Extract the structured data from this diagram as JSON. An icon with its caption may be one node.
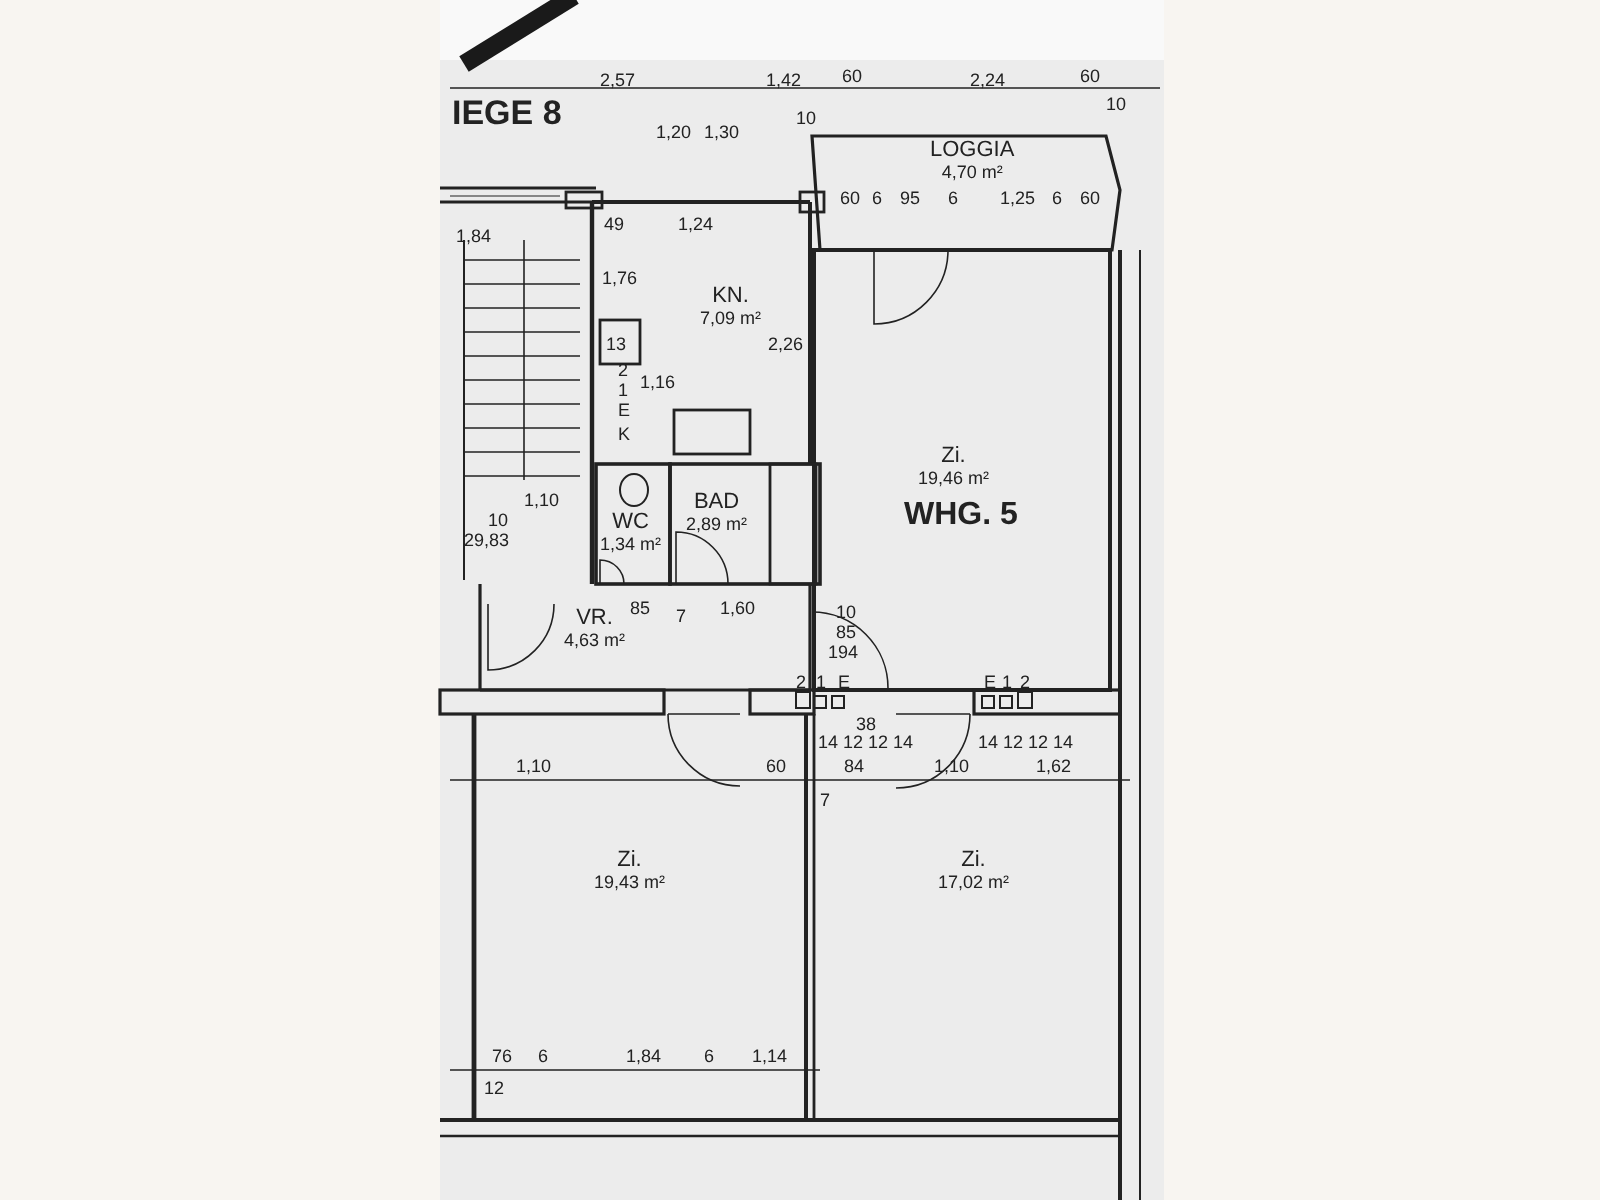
{
  "diagram": {
    "nodes": [
      {
        "text": [
          "LOGGIA",
          "4,70 m²"
        ]
      },
      {
        "text": [
          "KN.",
          "7,09 m²"
        ]
      },
      {
        "text": [
          "Zi.",
          "19,46 m²"
        ]
      },
      {
        "text": [
          "WC",
          "1,34 m²"
        ]
      },
      {
        "text": [
          "BAD",
          "2,89 m²"
        ]
      },
      {
        "text": [
          "VR.",
          "4,63 m²"
        ]
      },
      {
        "text": [
          "Zi.",
          "19,43 m²"
        ]
      },
      {
        "text": [
          "Zi.",
          "17,02 m²"
        ]
      }
    ],
    "labels": [
      "IEGE 8",
      "WHG. 5",
      "2,57",
      "1,42",
      "60",
      "2,24",
      "60",
      "10",
      "10",
      "60",
      "6",
      "95",
      "6",
      "1,25",
      "6",
      "60",
      "1,84",
      "49",
      "1,24",
      "1,20",
      "1,30",
      "2,26",
      "1,76",
      "13",
      "2",
      "1",
      "E",
      "K",
      "1,16",
      "1,10",
      "10",
      "29,83",
      "85",
      "7",
      "1,60",
      "10",
      "85",
      "194",
      "2",
      "1",
      "E",
      "E",
      "1",
      "2",
      "14 12 12 14",
      "38",
      "14 12 12 14",
      "1,10",
      "60",
      "84",
      "1,10",
      "1,62",
      "7",
      "76",
      "6",
      "1,84",
      "6",
      "1,14",
      "12"
    ]
  }
}
